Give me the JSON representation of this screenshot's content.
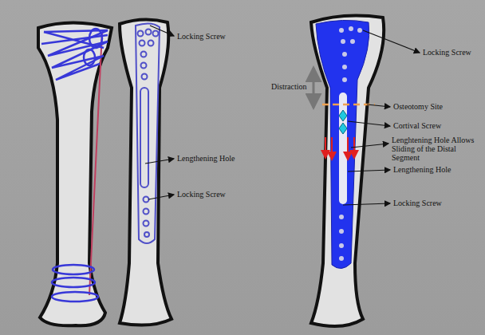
{
  "diagram": {
    "labels": [
      "Locking Screw",
      "Lengthening Hole",
      "Locking Screw",
      "Locking Screw",
      "Distraction",
      "Osteotomy Site",
      "Cortival Screw",
      "Lenghtening Hole Allows Sliding of the Distal Segment",
      "Lengthening Hole",
      "Locking Screw"
    ]
  }
}
